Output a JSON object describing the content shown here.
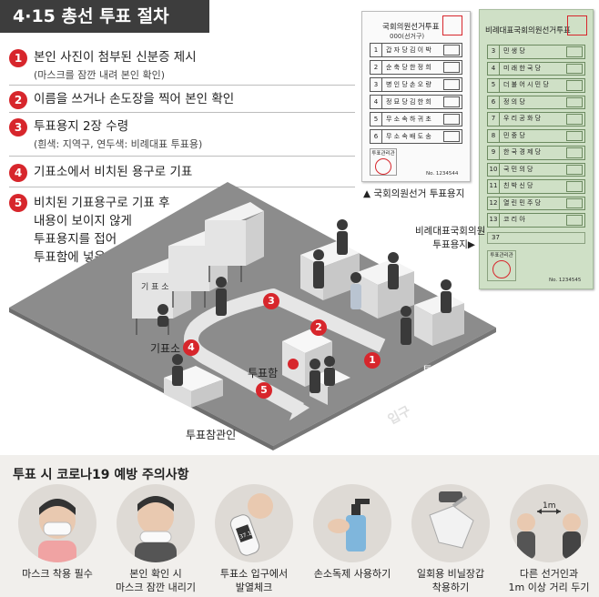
{
  "title": "4·15 총선 투표 절차",
  "steps": [
    {
      "num": "1",
      "main": "본인 사진이 첨부된 신분증 제시",
      "sub": "(마스크를 잠깐 내려 본인 확인)"
    },
    {
      "num": "2",
      "main": "이름을 쓰거나 손도장을 찍어 본인 확인",
      "sub": ""
    },
    {
      "num": "3",
      "main": "투표용지 2장 수령",
      "sub": "(흰색: 지역구, 연두색: 비례대표 투표용)"
    },
    {
      "num": "4",
      "main": "기표소에서 비치된 용구로 기표",
      "sub": ""
    },
    {
      "num": "5",
      "main_lines": [
        "비치된 기표용구로 기표 후",
        "내용이 보이지 않게",
        "투표용지를 접어",
        "투표함에 넣음"
      ]
    }
  ],
  "scene": {
    "booth_sign": "기 표 소",
    "booth_label": "기표소",
    "ballot_box_label": "투표함",
    "officer_label": "투표참관인",
    "clerk_label": "투표사무원",
    "entrance_label": "입구",
    "badges": [
      "1",
      "2",
      "3",
      "4",
      "5"
    ]
  },
  "ballot_local": {
    "header": "국회의원선거투표",
    "sub": "000(선거구)",
    "rows": [
      {
        "n": "1",
        "text": "갑 자 당 김 이 박"
      },
      {
        "n": "2",
        "text": "순 축 당 한 정 희"
      },
      {
        "n": "3",
        "text": "병 인 당 손 오 량"
      },
      {
        "n": "4",
        "text": "정 묘 당 김 한 희"
      },
      {
        "n": "5",
        "text": "무 소 속 하 귀 초"
      },
      {
        "n": "6",
        "text": "무 소 속 배 도 송"
      }
    ],
    "officer_box": "투표관리관",
    "serial": "No. 1234544",
    "caption": "▲ 국회의원선거 투표용지"
  },
  "ballot_pr": {
    "header": "비례대표국회의원선거투표",
    "rows": [
      {
        "n": "3",
        "text": "민 생 당"
      },
      {
        "n": "4",
        "text": "미 래 한 국 당"
      },
      {
        "n": "5",
        "text": "더 불 어 시 민 당"
      },
      {
        "n": "6",
        "text": "정 의 당"
      },
      {
        "n": "7",
        "text": "우 리 공 화 당"
      },
      {
        "n": "8",
        "text": "민 중 당"
      },
      {
        "n": "9",
        "text": "한 국 경 제 당"
      },
      {
        "n": "10",
        "text": "국 민 의 당"
      },
      {
        "n": "11",
        "text": "친 박 신 당"
      },
      {
        "n": "12",
        "text": "열 린 민 주 당"
      },
      {
        "n": "13",
        "text": "코 리 아"
      }
    ],
    "last_row": "37",
    "officer_box": "투표관리관",
    "serial": "No. 1234545",
    "caption_lines": [
      "비례대표국회의원",
      "투표용지▶"
    ]
  },
  "bottom": {
    "title": "투표 시 코로나19 예방 주의사항",
    "tips": [
      {
        "icon": "mask-wearing-icon",
        "lines": [
          "마스크 착용 필수"
        ]
      },
      {
        "icon": "mask-lowering-icon",
        "lines": [
          "본인 확인 시",
          "마스크 잠깐 내리기"
        ]
      },
      {
        "icon": "thermometer-icon",
        "lines": [
          "투표소 입구에서",
          "발열체크"
        ]
      },
      {
        "icon": "hand-sanitizer-icon",
        "lines": [
          "손소독제 사용하기"
        ]
      },
      {
        "icon": "plastic-glove-icon",
        "lines": [
          "일회용 비닐장갑",
          "착용하기"
        ]
      },
      {
        "icon": "distance-icon",
        "lines": [
          "다른 선거인과",
          "1m 이상 거리 두기"
        ]
      }
    ],
    "distance_text": "1m",
    "thermometer_text": "37.1"
  },
  "colors": {
    "accent_red": "#d7262c",
    "title_bg": "#3d3d3d",
    "floor": "#8a8a8a",
    "ballot_green": "#cfe0c6",
    "bottom_bg": "#f1efec"
  }
}
